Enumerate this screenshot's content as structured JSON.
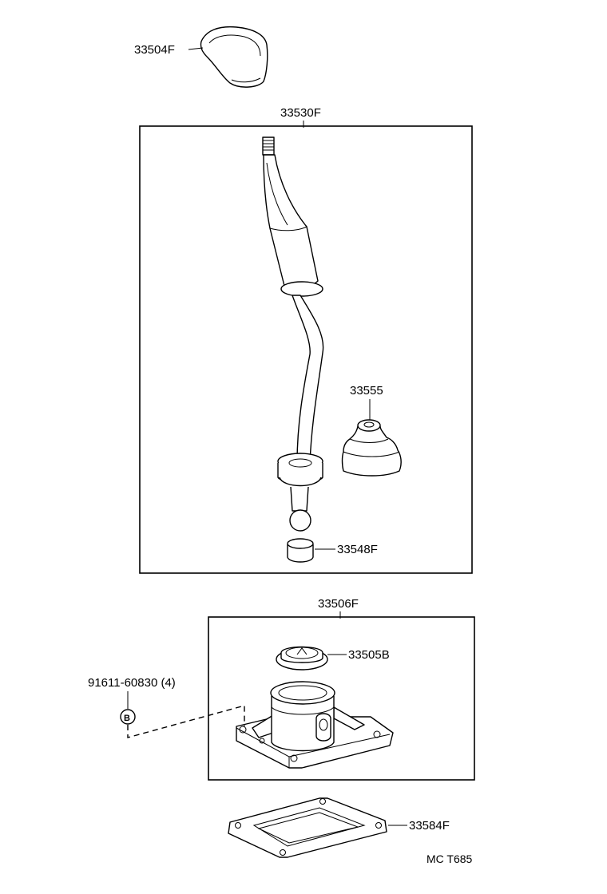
{
  "parts": {
    "shift_knob": "33504F",
    "lever_assembly": "33530F",
    "boot": "33555",
    "bushing": "33548F",
    "retainer_assembly": "33506F",
    "seat": "33505B",
    "bolt": "91611-60830 (4)",
    "bolt_marker": "B",
    "gasket": "33584F"
  },
  "figure_code": "MC T685"
}
